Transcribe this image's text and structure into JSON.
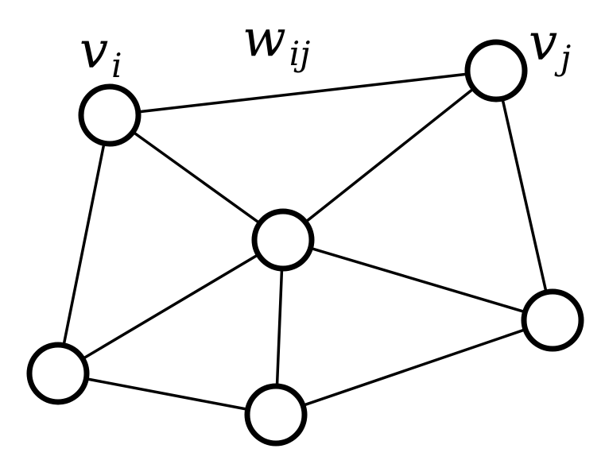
{
  "graph": {
    "labels": {
      "vi": {
        "base": "v",
        "sub": "i"
      },
      "vj": {
        "base": "v",
        "sub": "j"
      },
      "wij": {
        "base": "w",
        "sub": "ij"
      }
    },
    "nodes": [
      {
        "id": "vi"
      },
      {
        "id": "vj"
      },
      {
        "id": "center"
      },
      {
        "id": "left-bottom"
      },
      {
        "id": "bottom"
      },
      {
        "id": "right"
      }
    ],
    "edges": [
      {
        "from": "vi",
        "to": "vj"
      },
      {
        "from": "vi",
        "to": "center"
      },
      {
        "from": "vi",
        "to": "left-bottom"
      },
      {
        "from": "vj",
        "to": "center"
      },
      {
        "from": "vj",
        "to": "right"
      },
      {
        "from": "center",
        "to": "left-bottom"
      },
      {
        "from": "center",
        "to": "bottom"
      },
      {
        "from": "center",
        "to": "right"
      },
      {
        "from": "left-bottom",
        "to": "bottom"
      },
      {
        "from": "bottom",
        "to": "right"
      }
    ]
  }
}
